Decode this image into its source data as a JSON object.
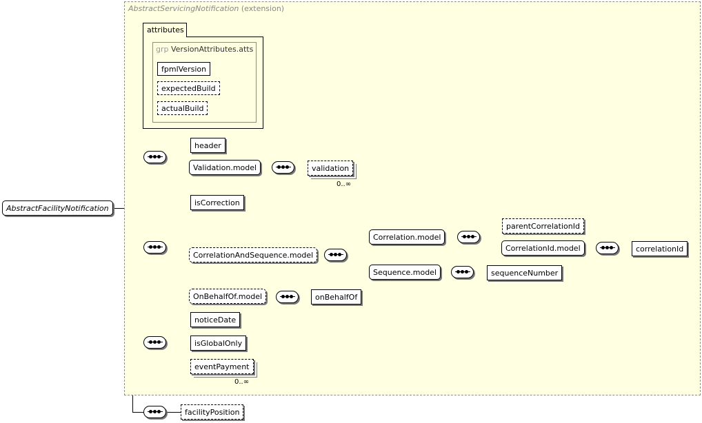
{
  "extension": {
    "base": "AbstractServicingNotification",
    "suffix": "(extension)"
  },
  "root": "AbstractFacilityNotification",
  "attributes": {
    "tab_label": "attributes",
    "group_keyword": "grp",
    "group_name": "VersionAttributes.atts",
    "items": [
      "fpmlVersion",
      "expectedBuild",
      "actualBuild"
    ]
  },
  "sequence_1": {
    "header": "header",
    "validation_model": "Validation.model",
    "validation": "validation",
    "validation_occurs": "0..∞"
  },
  "sequence_2": {
    "is_correction": "isCorrection",
    "correlation_and_sequence_model": "CorrelationAndSequence.model",
    "correlation_model": "Correlation.model",
    "parent_correlation_id": "parentCorrelationId",
    "correlation_id_model": "CorrelationId.model",
    "correlation_id": "correlationId",
    "sequence_model": "Sequence.model",
    "sequence_number": "sequenceNumber",
    "on_behalf_of_model": "OnBehalfOf.model",
    "on_behalf_of": "onBehalfOf"
  },
  "sequence_3": {
    "notice_date": "noticeDate",
    "is_global_only": "isGlobalOnly",
    "event_payment": "eventPayment",
    "event_payment_occurs": "0..∞"
  },
  "sequence_4": {
    "facility_position": "facilityPosition"
  }
}
